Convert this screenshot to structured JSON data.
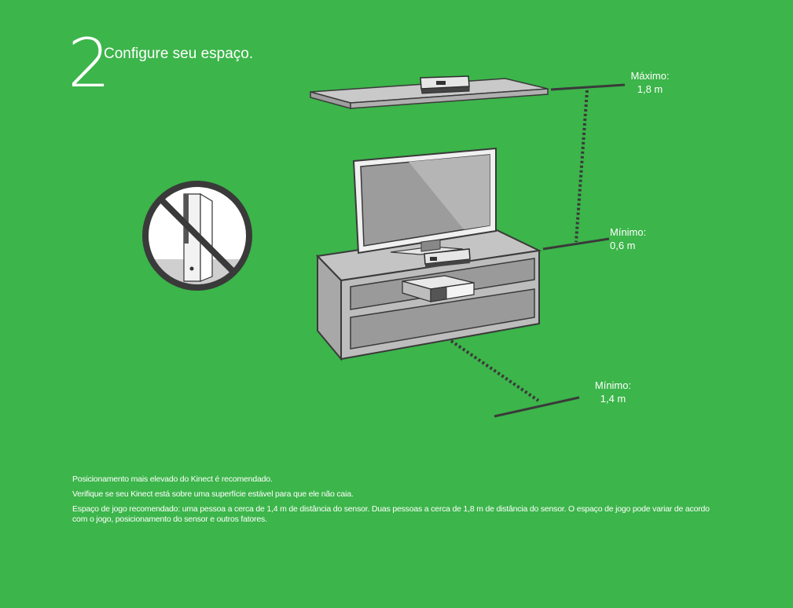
{
  "step": {
    "number": "2",
    "title": "Configure seu espaço."
  },
  "measurements": {
    "max": {
      "label": "Máximo:",
      "value": "1,8 m"
    },
    "min_height": {
      "label": "Mínimo:",
      "value": "0,6 m"
    },
    "min_distance": {
      "label": "Mínimo:",
      "value": "1,4 m"
    }
  },
  "notes": [
    "Posicionamento mais elevado do Kinect é recomendado.",
    "Verifique se seu Kinect está sobre uma superfície estável para que ele não caia.",
    "Espaço de jogo recomendado: uma pessoa a cerca de 1,4 m de distância do sensor. Duas pessoas a cerca de 1,8 m de distância do sensor. O espaço de jogo pode variar de acordo com o jogo, posicionamento do sensor e outros fatores."
  ],
  "colors": {
    "background": "#3cb54a",
    "illustration_fill": "#bebebe",
    "illustration_stroke": "#3a3a3a",
    "no_sign": "#3a3a3a"
  },
  "icons": {
    "no_vertical_console": "prohibited-sign-icon"
  }
}
